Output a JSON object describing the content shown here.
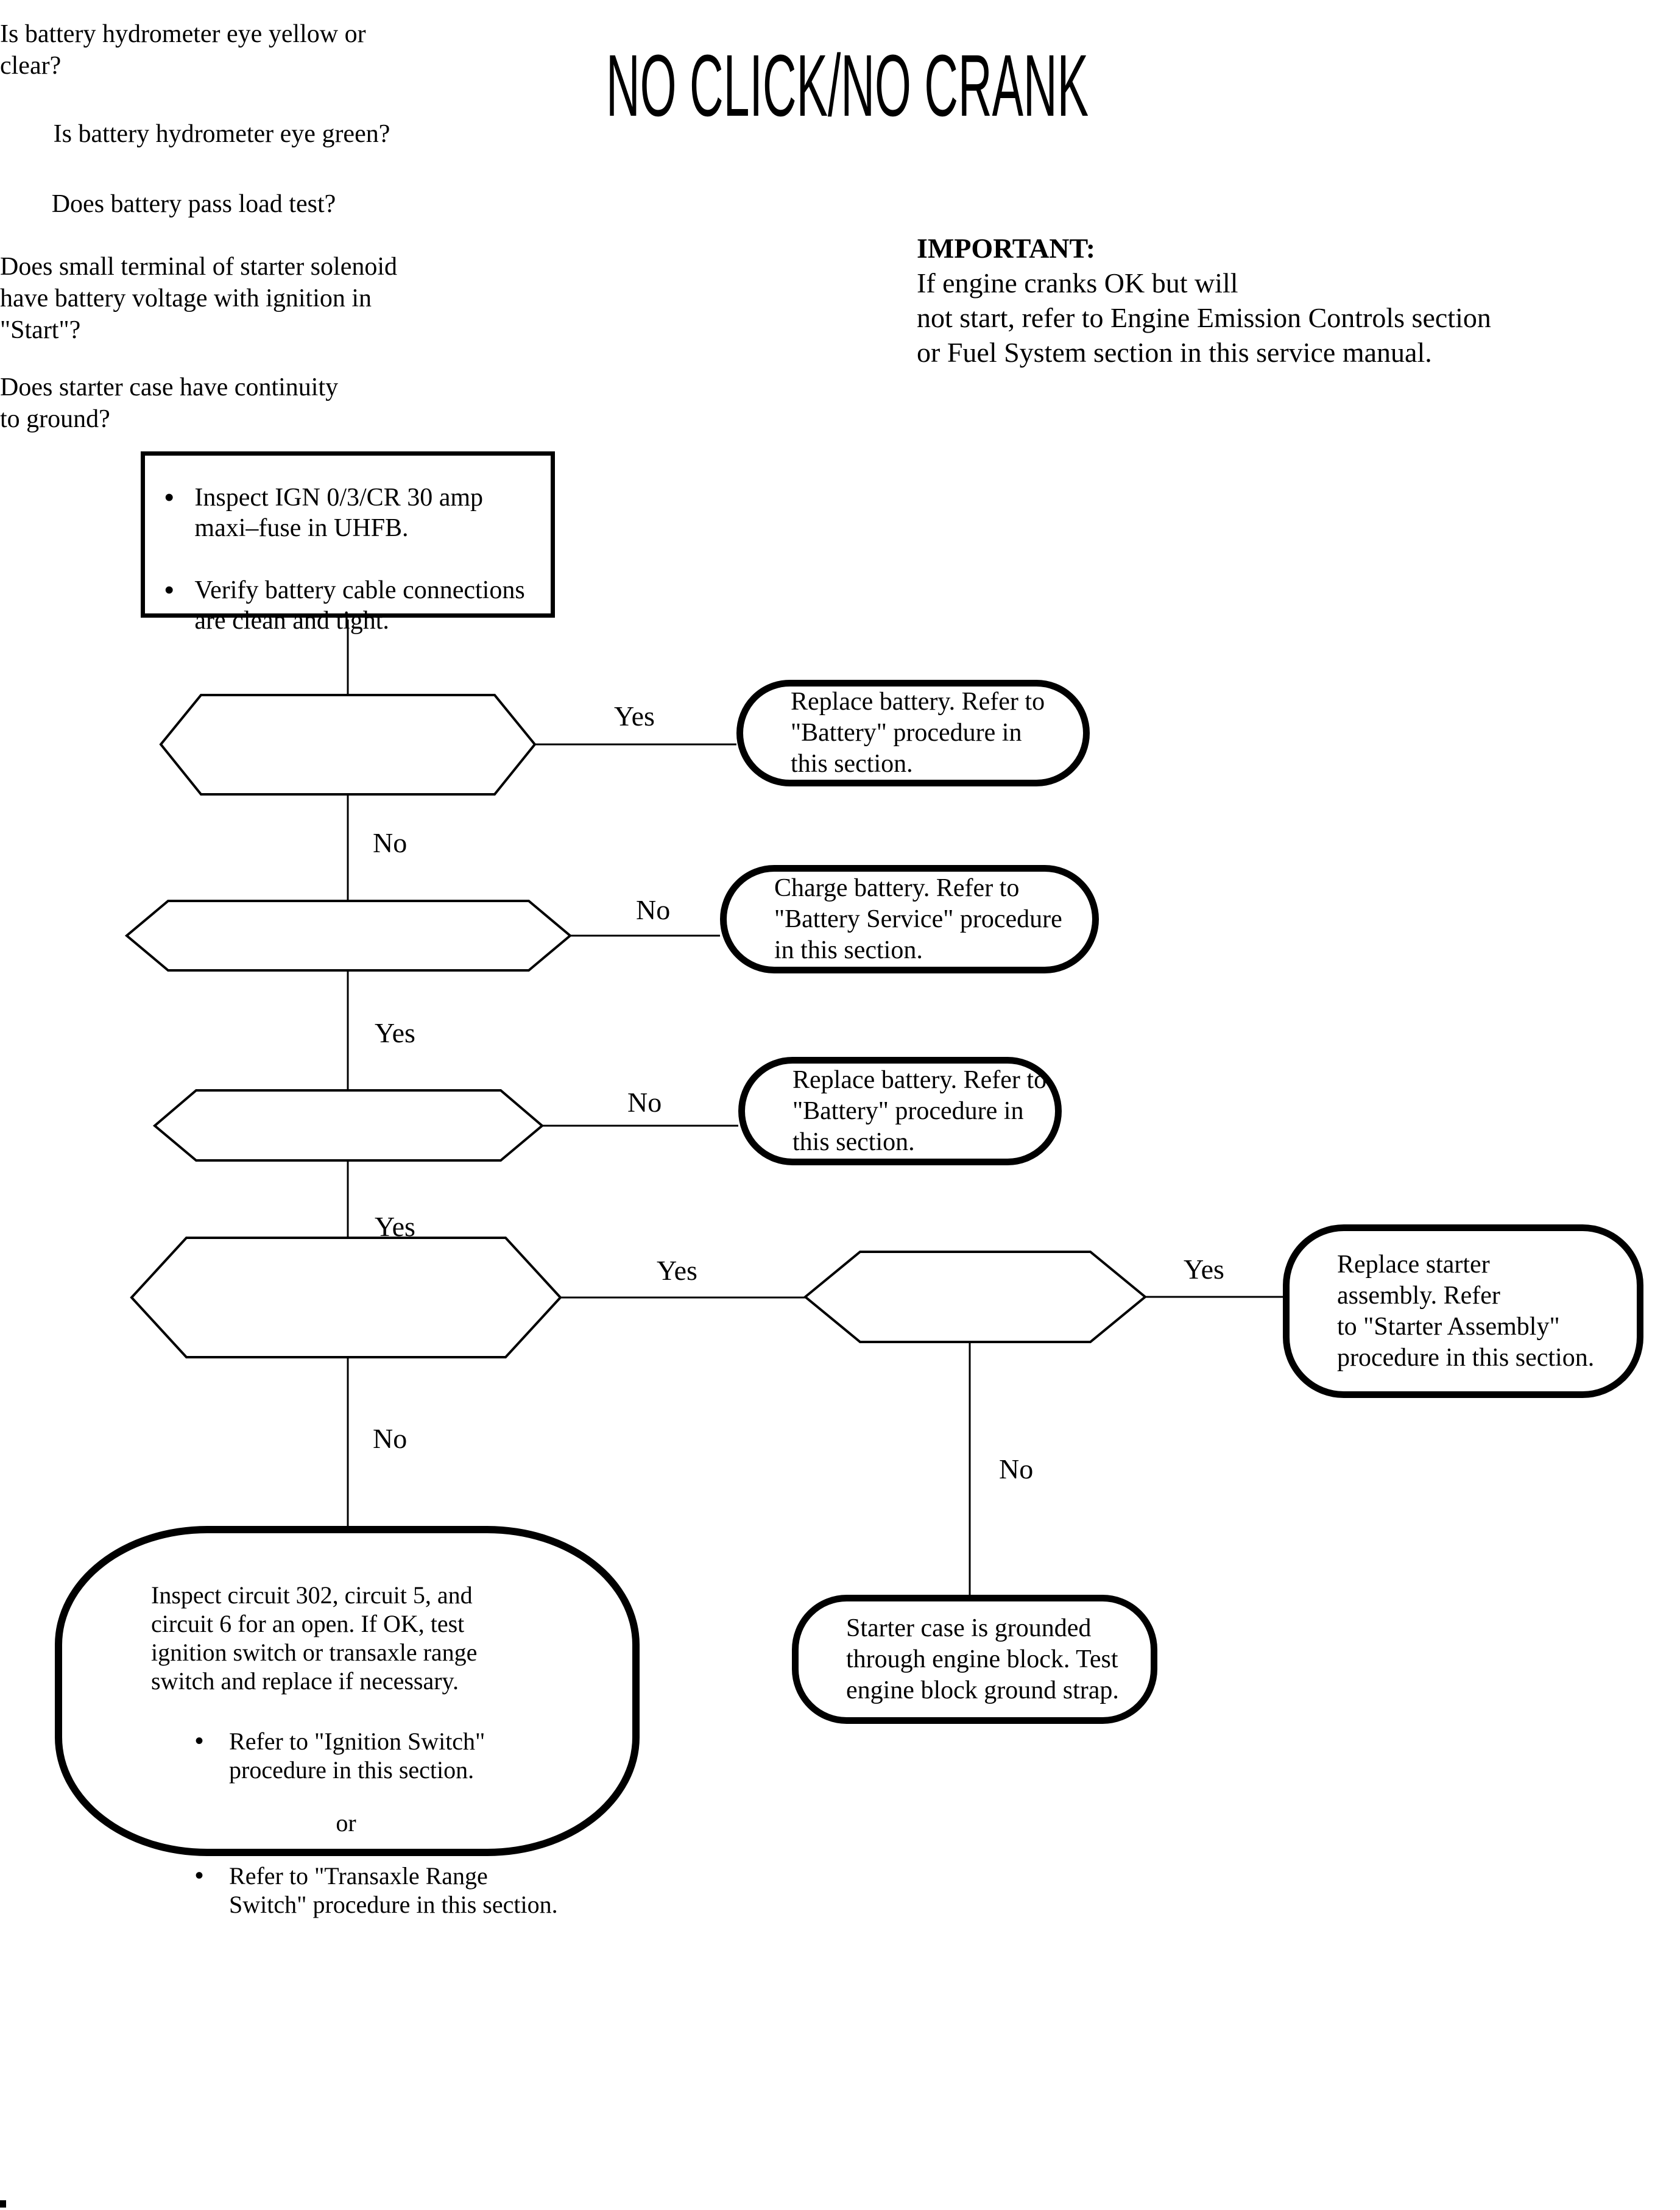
{
  "title": "NO CLICK/NO CRANK",
  "important": {
    "label": "IMPORTANT:",
    "text": "If engine cranks OK but will\nnot start, refer to Engine Emission Controls section\nor Fuel System section in this service manual."
  },
  "bullet_glyph": "•",
  "start_box": {
    "items": [
      "Inspect IGN 0/3/CR 30 amp\nmaxi–fuse in UHFB.",
      "Verify battery cable connections\nare clean and tight."
    ]
  },
  "nodes": {
    "q1": "Is battery hydrometer eye\nyellow or clear?",
    "q2": "Is battery hydrometer eye green?",
    "q3": "Does battery pass load test?",
    "q4": "Does small terminal of starter\nsolenoid have battery voltage\nwith ignition in \"Start\"?",
    "q5": "Does starter case have\ncontinuity to ground?",
    "r1": "Replace battery. Refer to\n\"Battery\" procedure in\nthis section.",
    "r2": "Charge battery. Refer to\n\"Battery Service\" procedure\nin this section.",
    "r3": "Replace battery. Refer to\n\"Battery\" procedure in\nthis section.",
    "r4": "Replace starter\nassembly. Refer\nto \"Starter Assembly\"\nprocedure in this section.",
    "r5": "Starter case is grounded\nthrough engine block. Test\nengine block ground strap."
  },
  "labels": {
    "yes": "Yes",
    "no": "No"
  },
  "action_box": {
    "paragraph": "Inspect circuit 302, circuit 5, and\ncircuit 6 for an open. If OK, test\nignition switch or transaxle range\nswitch and replace if necessary.",
    "bullets": [
      "Refer to \"Ignition Switch\"\nprocedure in this section.",
      "Refer to \"Transaxle Range\nSwitch\" procedure in this section."
    ],
    "separator": "or"
  },
  "colors": {
    "ink": "#000000",
    "paper": "#ffffff"
  }
}
